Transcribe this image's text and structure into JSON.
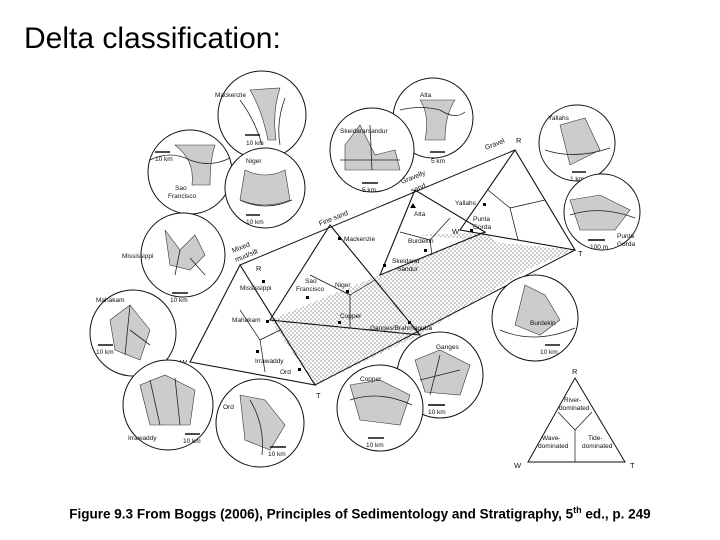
{
  "title": "Delta classification:",
  "caption": {
    "main": "Figure 9.3 From Boggs (2006), Principles of Sedimentology and Stratigraphy, 5",
    "sup": "th",
    "tail": " ed., p. 249"
  },
  "axis_labels": {
    "gravel": "Gravel",
    "gravelly_sand_1": "Gravelly",
    "gravelly_sand_2": "sand",
    "fine_sand": "Fine sand",
    "mixed_1": "Mixed",
    "mixed_2": "mud/silt"
  },
  "corners": {
    "r": "R",
    "w": "W",
    "t": "T"
  },
  "triangle_points": {
    "mixed": [
      "Mississippi",
      "Mahakam",
      "Irrawaddy",
      "Ord"
    ],
    "fine": [
      "Sao",
      "Francisco",
      "Niger",
      "Mackenzie",
      "Copper",
      "Ganges/Brahmaputra"
    ],
    "gravelly": [
      "Alta",
      "Burdekin",
      "Skeidarar",
      "Sandur"
    ],
    "gravel": [
      "Yallahs",
      "Punta",
      "Gorda"
    ]
  },
  "circles": {
    "mackenzie": {
      "name": "Mackenzie",
      "scale": "10 km"
    },
    "alta": {
      "name": "Alta",
      "scale": "5 km"
    },
    "skeidarar": {
      "name": "Skeidararsandur",
      "scale": "5 km"
    },
    "sao": {
      "name1": "Sao",
      "name2": "Francisco",
      "scale": "10 km"
    },
    "niger": {
      "name": "Niger",
      "scale": "10 km"
    },
    "yallahs": {
      "name": "Yallahs",
      "scale": "1 km"
    },
    "punta": {
      "name1": "Punta",
      "name2": "Gorda",
      "scale": "100 m"
    },
    "mississippi": {
      "name": "Mississippi",
      "scale": "10 km"
    },
    "mahakam": {
      "name": "Mahakam",
      "scale": "10 km"
    },
    "burdekin": {
      "name": "Burdekin",
      "scale": "10 km"
    },
    "ganges": {
      "name": "Ganges",
      "scale": "10 km"
    },
    "copper": {
      "name": "Copper",
      "scale": "10 km"
    },
    "irrawaddy": {
      "name": "Irrawaddy",
      "scale": "10 km"
    },
    "ord": {
      "name": "Ord",
      "scale": "10 km"
    }
  },
  "legend": {
    "r": "R",
    "w": "W",
    "t": "T",
    "river_1": "River-",
    "river_2": "dominated",
    "wave_1": "Wave-",
    "wave_2": "dominated",
    "tide_1": "Tide-",
    "tide_2": "dominated"
  }
}
